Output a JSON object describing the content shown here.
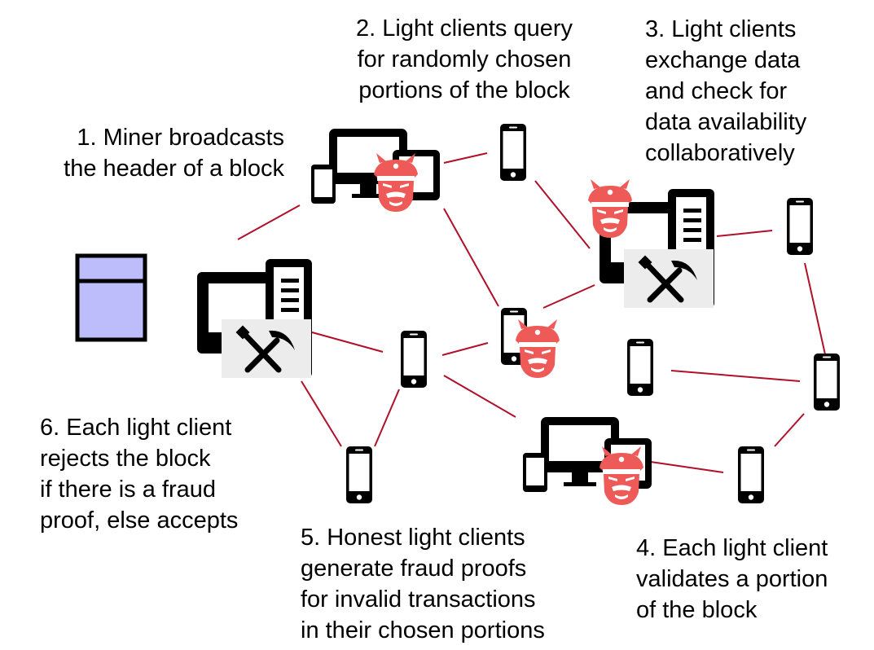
{
  "steps": [
    {
      "id": "step1",
      "lines": [
        "1. Miner broadcasts",
        "the header of a block"
      ]
    },
    {
      "id": "step2",
      "lines": [
        "2. Light clients query",
        "for randomly chosen",
        "portions of the block"
      ]
    },
    {
      "id": "step3",
      "lines": [
        "3. Light clients",
        "exchange data",
        "and check for",
        "data availability",
        "collaboratively"
      ]
    },
    {
      "id": "step4",
      "lines": [
        "4. Each light client",
        "validates a portion",
        "of the block"
      ]
    },
    {
      "id": "step5",
      "lines": [
        "5. Honest light clients",
        "generate fraud proofs",
        "for invalid transactions",
        "in their chosen portions"
      ]
    },
    {
      "id": "step6",
      "lines": [
        "6. Each light client",
        "rejects the block",
        "if there is a fraud",
        "proof, else accepts"
      ]
    }
  ],
  "colors": {
    "link": "#b0102a",
    "adversary": "#ee5a57",
    "block_fill": "#bdbdfc",
    "device": "#000000"
  },
  "icons": {
    "block": "block-header-icon",
    "full_node": "full-node-miner-icon",
    "phone": "smartphone-icon",
    "desktop": "devices-icon",
    "adversary": "samurai-adversary-icon"
  }
}
